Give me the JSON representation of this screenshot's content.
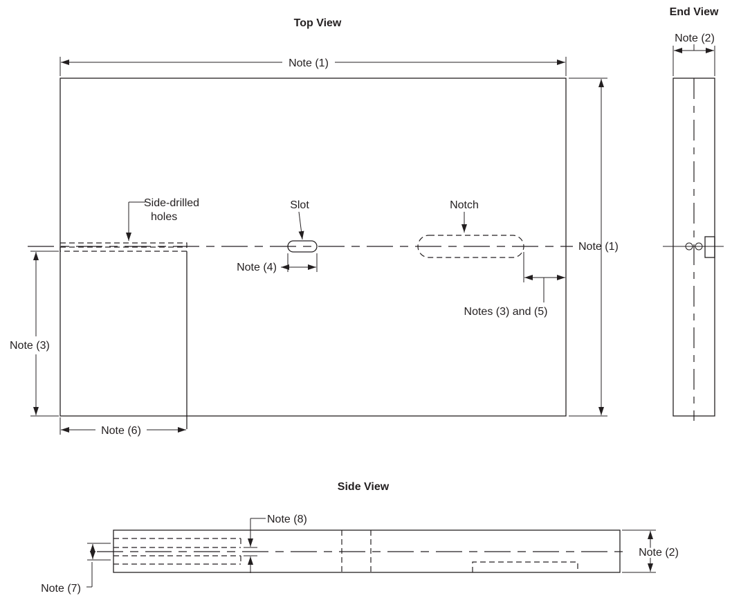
{
  "views": {
    "top": {
      "title": "Top View"
    },
    "end": {
      "title": "End View"
    },
    "side": {
      "title": "Side View"
    }
  },
  "callouts": {
    "side_drilled_holes_line1": "Side-drilled",
    "side_drilled_holes_line2": "holes",
    "slot": "Slot",
    "notch": "Notch"
  },
  "notes": {
    "top_width": "Note (1)",
    "top_height": "Note (1)",
    "end_thickness": "Note (2)",
    "slot_width": "Note (4)",
    "notch_distance": "Notes (3) and (5)",
    "hole_distance": "Note (3)",
    "hole_depth": "Note (6)",
    "side_gap": "Note (8)",
    "side_thickness": "Note (2)",
    "side_hole": "Note (7)"
  },
  "colors": {
    "line": "#231f20",
    "background": "#ffffff"
  }
}
